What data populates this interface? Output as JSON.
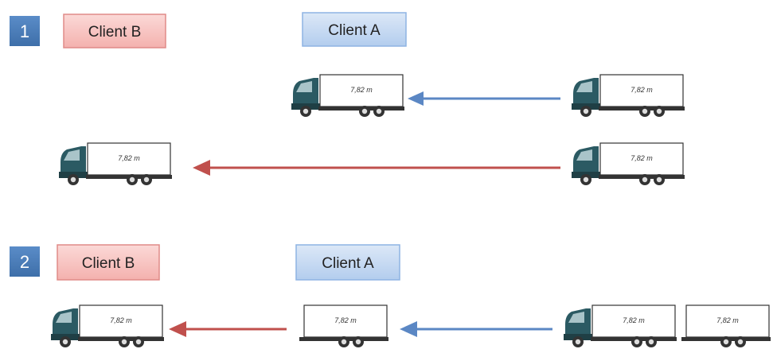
{
  "scenarios": [
    {
      "number": "1",
      "client_b": "Client B",
      "client_a": "Client A",
      "truck_label": "7,82 m",
      "rows": [
        {
          "to": "Client A",
          "arrow_color": "#5b87c4"
        },
        {
          "to": "Client B",
          "arrow_color": "#c0504d"
        }
      ]
    },
    {
      "number": "2",
      "client_b": "Client B",
      "client_a": "Client A",
      "truck_label": "7,82 m",
      "trailer_label": "7,82 m",
      "arrows": [
        {
          "to": "Client A",
          "arrow_color": "#5b87c4"
        },
        {
          "to": "Client B",
          "arrow_color": "#c0504d"
        }
      ]
    }
  ],
  "colors": {
    "number_box": "#4f81bd",
    "client_b_fill": "#f8c6c4",
    "client_b_border": "#e08b88",
    "client_a_fill": "#c6d9f1",
    "client_a_border": "#8eb4e3",
    "cab": "#2b5a63",
    "blue_arrow": "#5b87c4",
    "red_arrow": "#c0504d"
  }
}
